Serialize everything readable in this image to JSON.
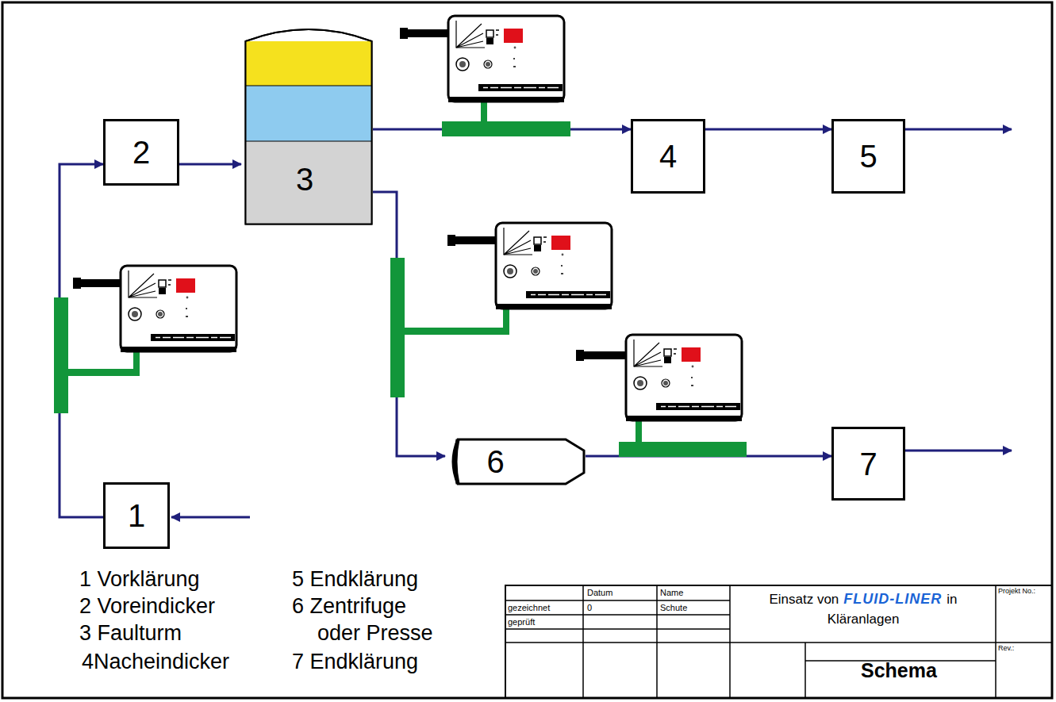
{
  "diagram": {
    "nodes": [
      {
        "text": [
          "1"
        ]
      },
      {
        "text": [
          "2"
        ]
      },
      {
        "text": [
          "3"
        ]
      },
      {
        "text": [
          "4"
        ]
      },
      {
        "text": [
          "5"
        ]
      },
      {
        "text": [
          "6"
        ]
      },
      {
        "text": [
          "7"
        ]
      }
    ],
    "edges": [
      {
        "from": 0,
        "to": 1,
        "arrow": "to"
      },
      {
        "from": 1,
        "to": 2,
        "arrow": "to"
      },
      {
        "from": 2,
        "to": 3,
        "arrow": "to"
      },
      {
        "from": 3,
        "to": 4,
        "arrow": "to"
      },
      {
        "from": 2,
        "to": 5,
        "arrow": "to"
      },
      {
        "from": 5,
        "to": 6,
        "arrow": "to"
      }
    ],
    "labels": [
      "1 Vorklärung",
      "2 Voreindicker",
      "3 Faulturm",
      "4Nacheindicker",
      "5 Endklärung",
      "6 Zentrifuge",
      "oder Presse",
      "7 Endklärung",
      "Datum",
      "Name",
      "gezeichnet",
      "0",
      "Schute",
      "geprüft",
      "Einsatz von",
      "FLUID-LINER",
      "in",
      "Kläranlagen",
      "Schema",
      "Projekt No.:",
      "Rev.:"
    ]
  }
}
